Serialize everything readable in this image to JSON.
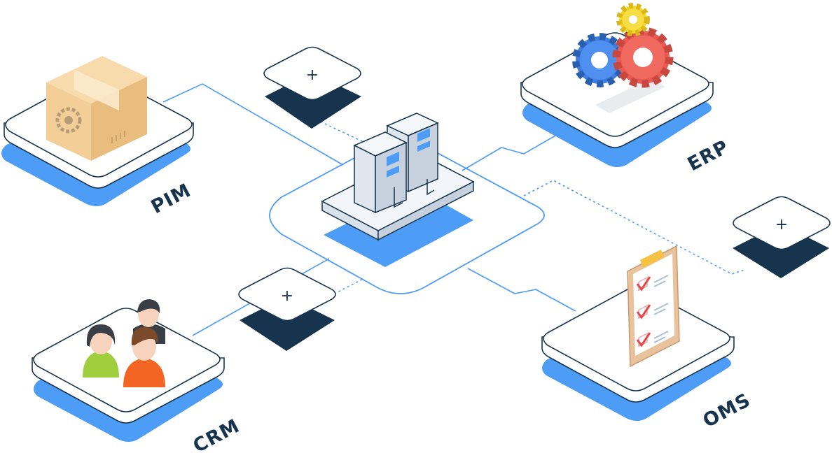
{
  "diagram": {
    "nodes": [
      {
        "id": "pim",
        "label": "PIM",
        "icon": "package-box-icon"
      },
      {
        "id": "erp",
        "label": "ERP",
        "icon": "gears-icon"
      },
      {
        "id": "crm",
        "label": "CRM",
        "icon": "users-icon"
      },
      {
        "id": "oms",
        "label": "OMS",
        "icon": "checklist-clipboard-icon"
      },
      {
        "id": "hub",
        "label": "",
        "icon": "server-towers-icon"
      }
    ],
    "add_slots": [
      {
        "id": "add-top",
        "symbol": "+"
      },
      {
        "id": "add-right",
        "symbol": "+"
      },
      {
        "id": "add-bottom",
        "symbol": "+"
      }
    ],
    "colors": {
      "line_blue": "#4d9cf6",
      "shadow_blue": "#4d9cf6",
      "dark_navy": "#17344f",
      "box_tan": "#f3cf97",
      "gear_blue": "#3d7fe0",
      "gear_red": "#ea5a52",
      "gear_yellow": "#f5d327",
      "person_green": "#9fcf3c",
      "person_orange": "#f26522",
      "clipboard_tan": "#e8c39e",
      "check_red": "#e8474a"
    }
  }
}
